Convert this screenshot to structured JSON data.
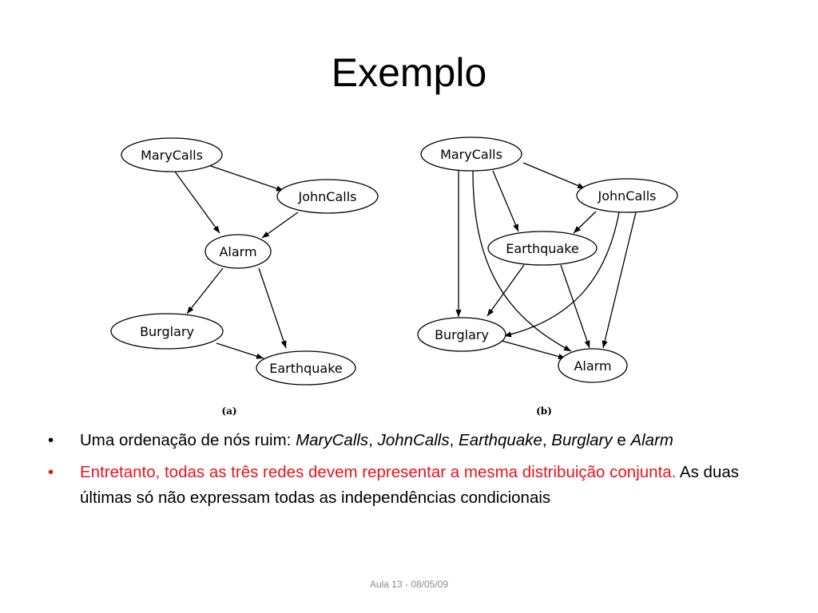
{
  "title": "Exemplo",
  "diagrams": [
    {
      "caption": "(a)",
      "nodes": {
        "marycalls": "MaryCalls",
        "johncalls": "JohnCalls",
        "alarm": "Alarm",
        "burglary": "Burglary",
        "earthquake": "Earthquake"
      }
    },
    {
      "caption": "(b)",
      "nodes": {
        "marycalls": "MaryCalls",
        "johncalls": "JohnCalls",
        "earthquake": "Earthquake",
        "burglary": "Burglary",
        "alarm": "Alarm"
      }
    }
  ],
  "bullets": [
    {
      "prefix": "Uma ordenação de nós ruim: ",
      "i1": "MaryCalls",
      "s1": ", ",
      "i2": "JohnCalls",
      "s2": ", ",
      "i3": "Earthquake",
      "s3": ", ",
      "i4": "Burglary",
      "s4": " e ",
      "i5": "Alarm"
    },
    {
      "red_text": "Entretanto, todas as três redes devem representar a mesma distribuição conjunta.",
      "black_text": " As duas últimas só não expressam todas as independências condicionais"
    }
  ],
  "bullet_symbol": "•",
  "footer": "Aula 13 - 08/05/09",
  "colors": {
    "emphasis": "#e8141b",
    "footer": "#8c8c8c"
  }
}
